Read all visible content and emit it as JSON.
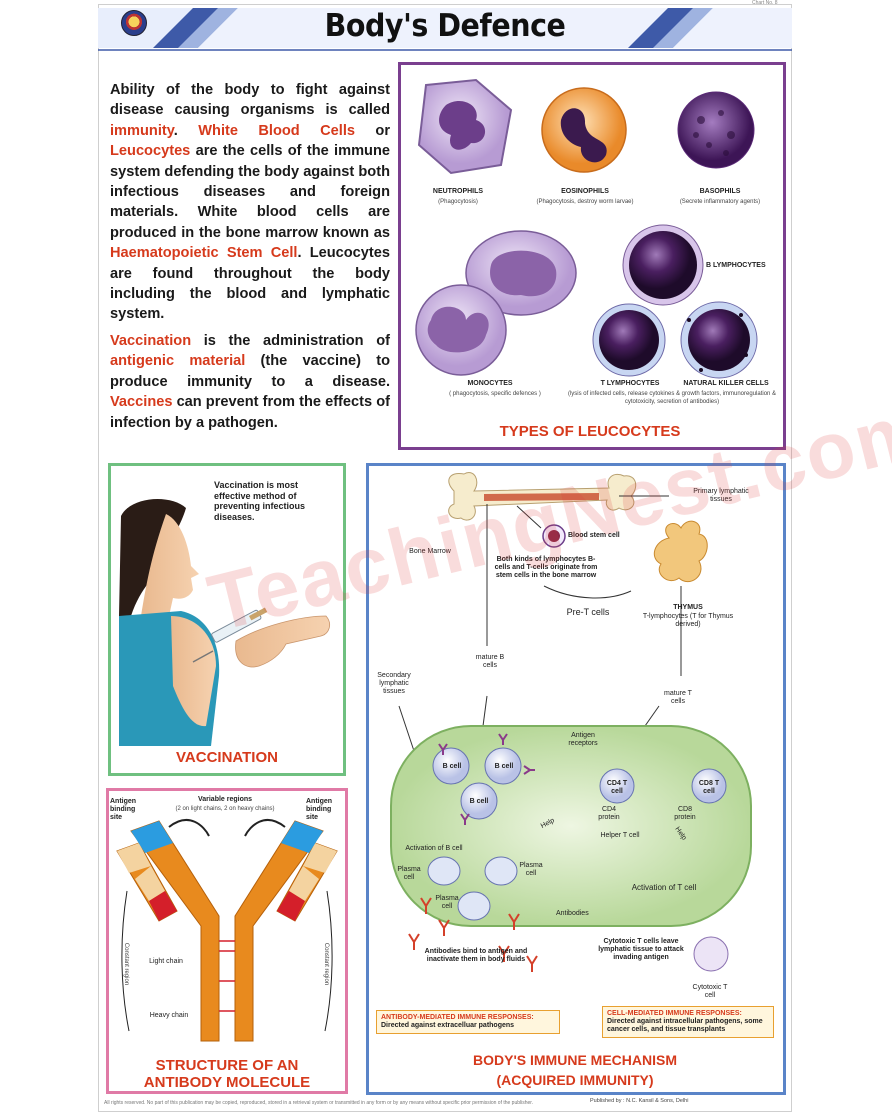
{
  "header": {
    "title": "Body's Defence",
    "code": "Chart No. 8"
  },
  "intro": {
    "p1": [
      {
        "t": "Ability of the body to fight against disease causing organisms is called ",
        "red": false
      },
      {
        "t": "immunity",
        "red": true
      },
      {
        "t": ". ",
        "red": false
      },
      {
        "t": "White Blood Cells",
        "red": true
      },
      {
        "t": " or ",
        "red": false
      },
      {
        "t": "Leucocytes",
        "red": true
      },
      {
        "t": " are the cells of the immune system defending the body against both infectious diseases and foreign materials. White blood cells are produced in the bone marrow known as ",
        "red": false
      },
      {
        "t": "Haematopoietic Stem Cell",
        "red": true
      },
      {
        "t": ". Leucocytes are found throughout the body including the blood and lymphatic system.",
        "red": false
      }
    ],
    "p2": [
      {
        "t": "Vaccination",
        "red": true
      },
      {
        "t": " is the administration of ",
        "red": false
      },
      {
        "t": "antigenic material",
        "red": true
      },
      {
        "t": " (the vaccine) to produce immunity to a disease. ",
        "red": false
      },
      {
        "t": "Vaccines",
        "red": true
      },
      {
        "t": " can prevent from the effects of infection by a pathogen.",
        "red": false
      }
    ]
  },
  "leucocytes": {
    "caption": "TYPES OF LEUCOCYTES",
    "neutrophils": "NEUTROPHILS",
    "neutrophils_sub": "(Phagocytosis)",
    "eosinophils": "EOSINOPHILS",
    "eosinophils_sub": "(Phagocytosis, destroy worm larvae)",
    "basophils": "BASOPHILS",
    "basophils_sub": "(Secrete inflammatory agents)",
    "b_lymph": "B LYMPHOCYTES",
    "monocytes": "MONOCYTES",
    "monocytes_sub": "( phagocytosis, specific defences )",
    "t_lymph": "T LYMPHOCYTES",
    "t_lymph_sub": "(lysis of infected cells, release cytokines & growth factors, immunoregulation & cytotoxicity, secretion of antibodies)",
    "nk": "NATURAL KILLER CELLS",
    "colors": {
      "purple": "#7a3f8f",
      "cell": "#c9b3de",
      "nucleus": "#5b2a78",
      "eos": "#f0a04a"
    }
  },
  "vaccination": {
    "caption": "VACCINATION",
    "text": "Vaccination is most effective method of preventing infectious diseases."
  },
  "antibody": {
    "caption_1": "STRUCTURE OF AN",
    "caption_2": "ANTIBODY MOLECULE",
    "variable": "Variable regions",
    "variable_sub": "(2 on light chains, 2 on heavy chains)",
    "binding_left": "Antigen binding site",
    "binding_right": "Antigen binding site",
    "light": "Light chain",
    "heavy": "Heavy chain",
    "const_left": "Constant region",
    "const_right": "Constant region"
  },
  "immune": {
    "caption_1": "BODY'S IMMUNE MECHANISM",
    "caption_2": "(ACQUIRED IMMUNITY)",
    "primary": "Primary lymphatic tissues",
    "bone_marrow": "Bone Marrow",
    "stem": "Blood stem cell",
    "both_kinds": "Both kinds of lymphocytes B-cells and T-cells originate from stem cells in the bone marrow",
    "pre_t": "Pre-T cells",
    "thymus": "THYMUS",
    "thymus_sub": "T-lymphocytes (T for Thymus derived)",
    "secondary": "Secondary lymphatic tissues",
    "mature_b": "mature B cells",
    "mature_t": "mature T cells",
    "antigen_receptors": "Antigen receptors",
    "b_cell": "B cell",
    "cd4": "CD4 T cell",
    "cd8": "CD8 T cell",
    "cd4_protein": "CD4 protein",
    "cd8_protein": "CD8 protein",
    "helper": "Helper T cell",
    "help": "Help",
    "activation_b": "Activation of B cell",
    "activation_t": "Activation of T cell",
    "plasma": "Plasma cell",
    "antibodies": "Antibodies",
    "bind": "Antibodies bind to antigen and inactivate them in body fluids",
    "cytotoxic_leave": "Cytotoxic T cells leave lymphatic tissue to attack invading antigen",
    "cytotoxic": "Cytotoxic T cell",
    "ab_mediated_title": "ANTIBODY-MEDIATED IMMUNE RESPONSES:",
    "ab_mediated_text": "Directed against extracelluar pathogens",
    "cell_mediated_title": "CELL-MEDIATED IMMUNE RESPONSES:",
    "cell_mediated_text": "Directed against intracellular pathogens, some cancer cells, and tissue transplants"
  },
  "footer": {
    "rights": "All rights reserved. No part of this publication may be copied, reproduced, stored in a retrieval system or transmitted in any form or by any means without specific prior permission of the publisher.",
    "published": "Published by : N.C. Kansil & Sons, Delhi",
    "watermark": "TeachingNest.com"
  }
}
